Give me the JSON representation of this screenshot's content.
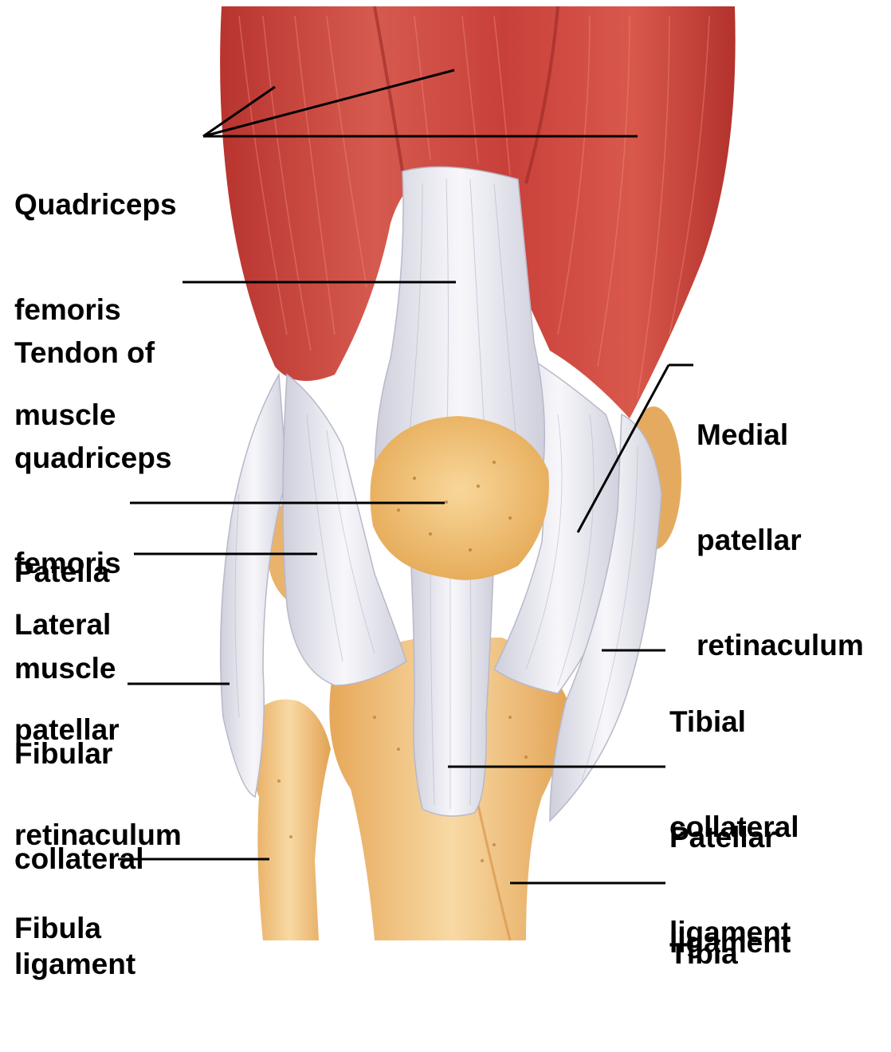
{
  "colors": {
    "muscle": "#c8403a",
    "muscle_light": "#e06a5e",
    "muscle_dark": "#a62e2a",
    "tendon": "#eeeef4",
    "tendon_shade": "#c9c9d6",
    "bone": "#f3c27d",
    "bone_dark": "#e0a04f",
    "leader_line": "#000000",
    "text": "#000000"
  },
  "labels": {
    "quadriceps": [
      "Quadriceps",
      "femoris",
      "muscle"
    ],
    "tendon_quadriceps": [
      "Tendon of",
      "quadriceps",
      "femoris",
      "muscle"
    ],
    "patella": [
      "Patella"
    ],
    "lateral_retinaculum": [
      "Lateral",
      "patellar",
      "retinaculum"
    ],
    "fibular_collateral": [
      "Fibular",
      "collateral",
      "ligament"
    ],
    "fibula": [
      "Fibula"
    ],
    "medial_retinaculum": [
      "Medial",
      "patellar",
      "retinaculum"
    ],
    "tibial_collateral": [
      "Tibial",
      "collateral",
      "ligament"
    ],
    "patellar_ligament": [
      "Patellar",
      "ligament"
    ],
    "tibia": [
      "Tibia"
    ]
  }
}
